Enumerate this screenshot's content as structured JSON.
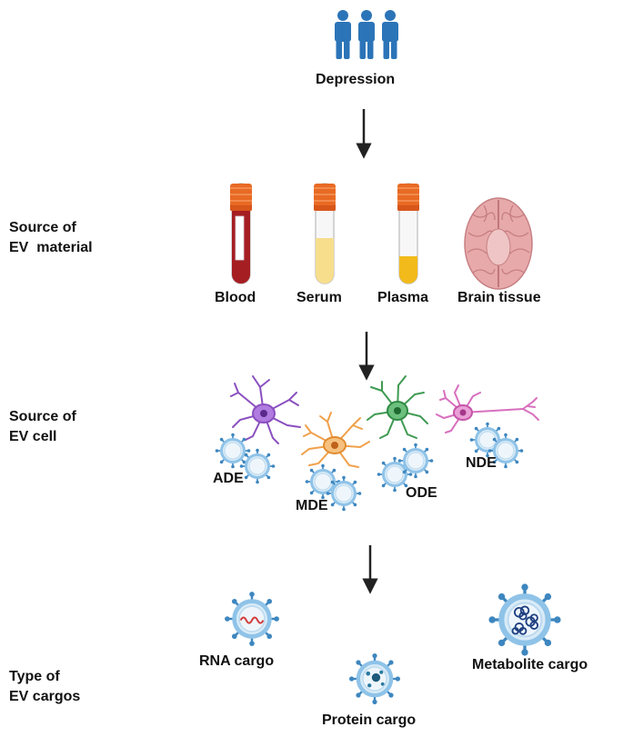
{
  "top": {
    "label": "Depression"
  },
  "rows": {
    "material": {
      "line1": "Source of",
      "line2": "EV  material"
    },
    "cell": {
      "line1": "Source of",
      "line2": "EV cell"
    },
    "cargo": {
      "line1": "Type of",
      "line2": "EV cargos"
    }
  },
  "materials": [
    {
      "label": "Blood",
      "fill": "#a51e22"
    },
    {
      "label": "Serum",
      "fill": "#f7de8d"
    },
    {
      "label": "Plasma",
      "fill": "#f2bb1b"
    },
    {
      "label": "Brain tissue",
      "fill": "#e7a9aa"
    }
  ],
  "cells": [
    {
      "label": "ADE",
      "color": "#8a4fbf"
    },
    {
      "label": "MDE",
      "color": "#f0a04b"
    },
    {
      "label": "ODE",
      "color": "#3f9a52"
    },
    {
      "label": "NDE",
      "color": "#d86fbe"
    }
  ],
  "cargos": [
    {
      "label": "RNA cargo"
    },
    {
      "label": "Protein cargo"
    },
    {
      "label": "Metabolite cargo"
    }
  ],
  "colors": {
    "people": "#2c74b8",
    "tube_cap": "#e86a24",
    "vesicle_ring": "#8fc3e8",
    "vesicle_fill": "#d8ebf7",
    "vesicle_spike": "#3d86bf",
    "arrow": "#222222"
  }
}
